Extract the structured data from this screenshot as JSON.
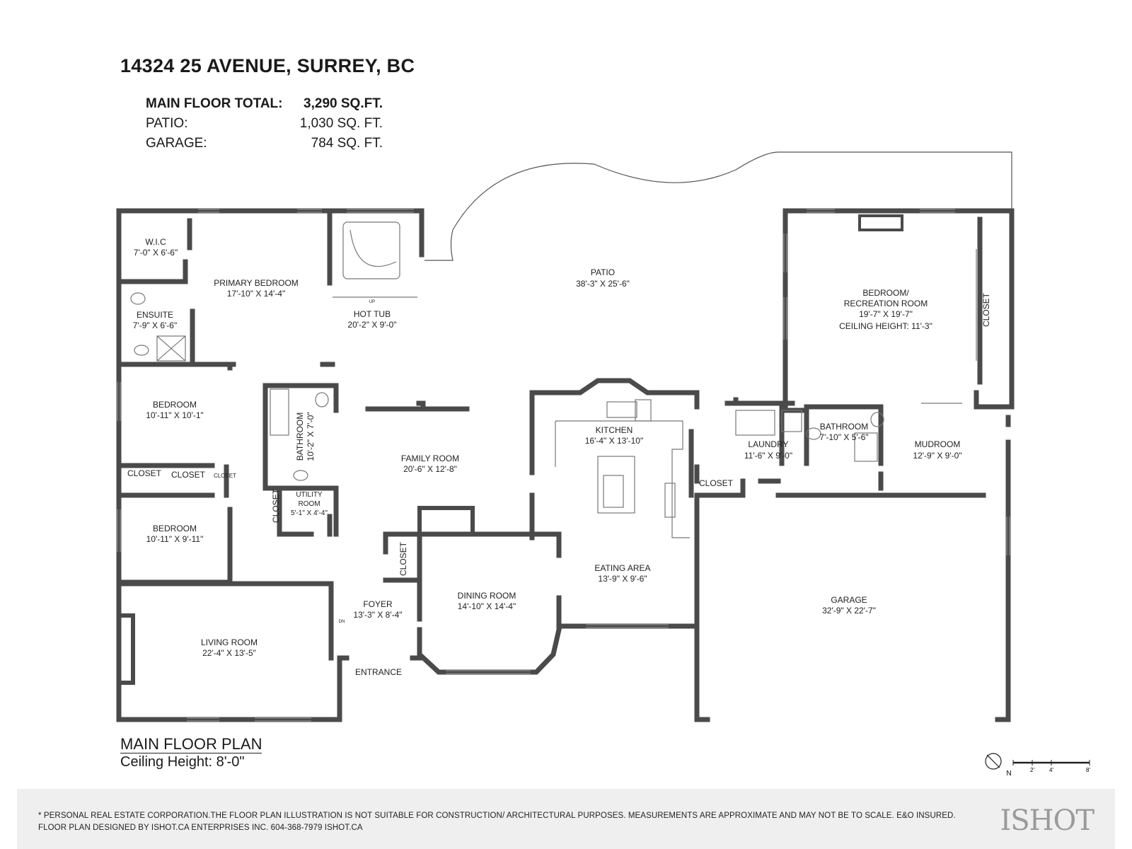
{
  "address": "14324 25 AVENUE, SURREY, BC",
  "totals": [
    {
      "label": "MAIN FLOOR TOTAL:",
      "value": "3,290 SQ.FT."
    },
    {
      "label": "PATIO:",
      "value": "1,030 SQ. FT."
    },
    {
      "label": "GARAGE:",
      "value": "784 SQ. FT."
    }
  ],
  "rooms": {
    "wic": {
      "name": "W.I.C",
      "dims": "7'-0\" X 6'-6\""
    },
    "primary_bedroom": {
      "name": "PRIMARY BEDROOM",
      "dims": "17'-10\" X 14'-4\""
    },
    "ensuite": {
      "name": "ENSUITE",
      "dims": "7'-9\" X 6'-6\""
    },
    "hot_tub": {
      "name": "HOT TUB",
      "dims": "20'-2\" X 9'-0\""
    },
    "hot_tub_up": "UP",
    "patio": {
      "name": "PATIO",
      "dims": "38'-3\" X 25'-6\""
    },
    "rec_room": {
      "name1": "BEDROOM/",
      "name2": "RECREATION ROOM",
      "dims": "19'-7\" X 19'-7\"",
      "ceiling": "CEILING HEIGHT: 11'-3\""
    },
    "closet": "CLOSET",
    "bedroom1": {
      "name": "BEDROOM",
      "dims": "10'-11\" X 10'-1\""
    },
    "bathroom": {
      "name": "BATHROOM",
      "dims": "10'-2\" X 7'-0\""
    },
    "family_room": {
      "name": "FAMILY ROOM",
      "dims": "20'-6\" X 12'-8\""
    },
    "kitchen": {
      "name": "KITCHEN",
      "dims": "16'-4\" X 13'-10\""
    },
    "laundry": {
      "name": "LAUNDRY",
      "dims": "11'-6\" X 9'-0\""
    },
    "bathroom2": {
      "name": "BATHROOM",
      "dims": "7'-10\" X 5'-6\""
    },
    "mudroom": {
      "name": "MUDROOM",
      "dims": "12'-9\" X 9'-0\""
    },
    "utility": {
      "name1": "UTILITY",
      "name2": "ROOM",
      "dims": "5'-1\" X 4'-4\""
    },
    "bedroom2": {
      "name": "BEDROOM",
      "dims": "10'-11\" X 9'-11\""
    },
    "eating_area": {
      "name": "EATING AREA",
      "dims": "13'-9\" X 9'-6\""
    },
    "foyer": {
      "name": "FOYER",
      "dims": "13'-3\" X 8'-4\"",
      "dn": "DN"
    },
    "dining_room": {
      "name": "DINING ROOM",
      "dims": "14'-10\" X 14'-4\""
    },
    "garage": {
      "name": "GARAGE",
      "dims": "32'-9\" X 22'-7\""
    },
    "living_room": {
      "name": "LIVING ROOM",
      "dims": "22'-4\" X 13'-5\""
    },
    "entrance": "ENTRANCE"
  },
  "plan_title": "MAIN FLOOR PLAN",
  "plan_ceiling": "Ceiling Height: 8'-0\"",
  "scale": {
    "ticks": [
      "2'",
      "4'",
      "8'"
    ],
    "north": "N"
  },
  "footer": {
    "line1": "* PERSONAL REAL ESTATE CORPORATION.THE FLOOR PLAN ILLUSTRATION IS NOT SUITABLE FOR CONSTRUCTION/ ARCHITECTURAL PURPOSES. MEASUREMENTS ARE APPROXIMATE AND MAY NOT BE TO SCALE. E&O INSURED.",
    "line2": "FLOOR PLAN DESIGNED BY ISHOT.CA ENTERPRISES INC. 604-368-7979  ISHOT.CA",
    "logo": "ISHOT"
  },
  "colors": {
    "wall": "#4a4a4a",
    "footer_bg": "#efefef"
  }
}
